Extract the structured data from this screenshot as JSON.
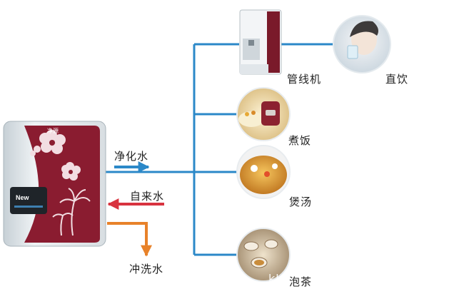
{
  "flows": {
    "purified_water": "净化水",
    "tap_water": "自来水",
    "flush_water": "冲洗水"
  },
  "outputs": {
    "pipeline_machine": "管线机",
    "direct_drink": "直饮",
    "cook_rice": "煮饭",
    "stew_soup": "煲汤",
    "brew_tea": "泡茶"
  },
  "device": {
    "badge": "New",
    "logo": "净源"
  },
  "watermark": "kkk",
  "colors": {
    "purified_blue": "#2b88c8",
    "tap_red": "#d8333f",
    "flush_orange": "#e8822a",
    "panel_wine": "#8a1c30"
  }
}
